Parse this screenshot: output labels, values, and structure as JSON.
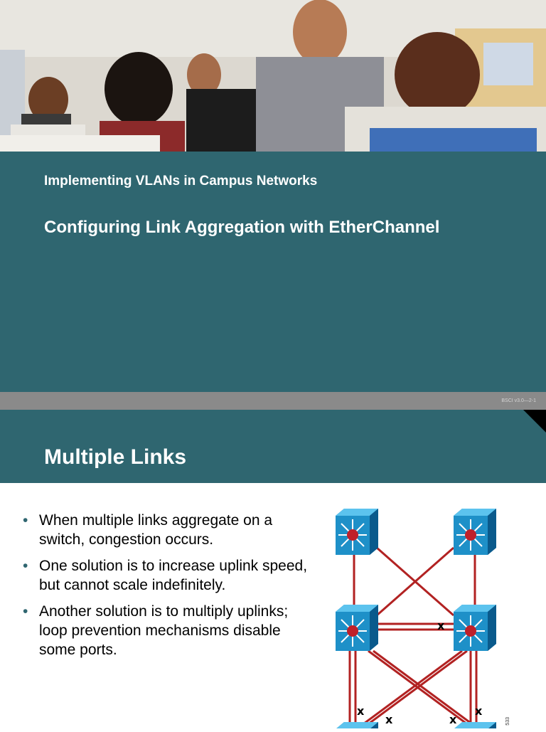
{
  "slide1": {
    "subtitle": "Implementing VLANs in Campus Networks",
    "title": "Configuring Link Aggregation with EtherChannel",
    "footer": "BSCI v3.0—2-1"
  },
  "slide2": {
    "title": "Multiple Links",
    "bullets": [
      "When multiple links aggregate on a switch, congestion occurs.",
      "One solution is to increase uplink speed, but cannot scale indefinitely.",
      "Another solution is to multiply uplinks; loop prevention mechanisms disable some ports."
    ],
    "figure_id": "533"
  },
  "colors": {
    "teal": "#2f6670",
    "link_red": "#b22222",
    "switch_blue": "#1e90c8"
  }
}
